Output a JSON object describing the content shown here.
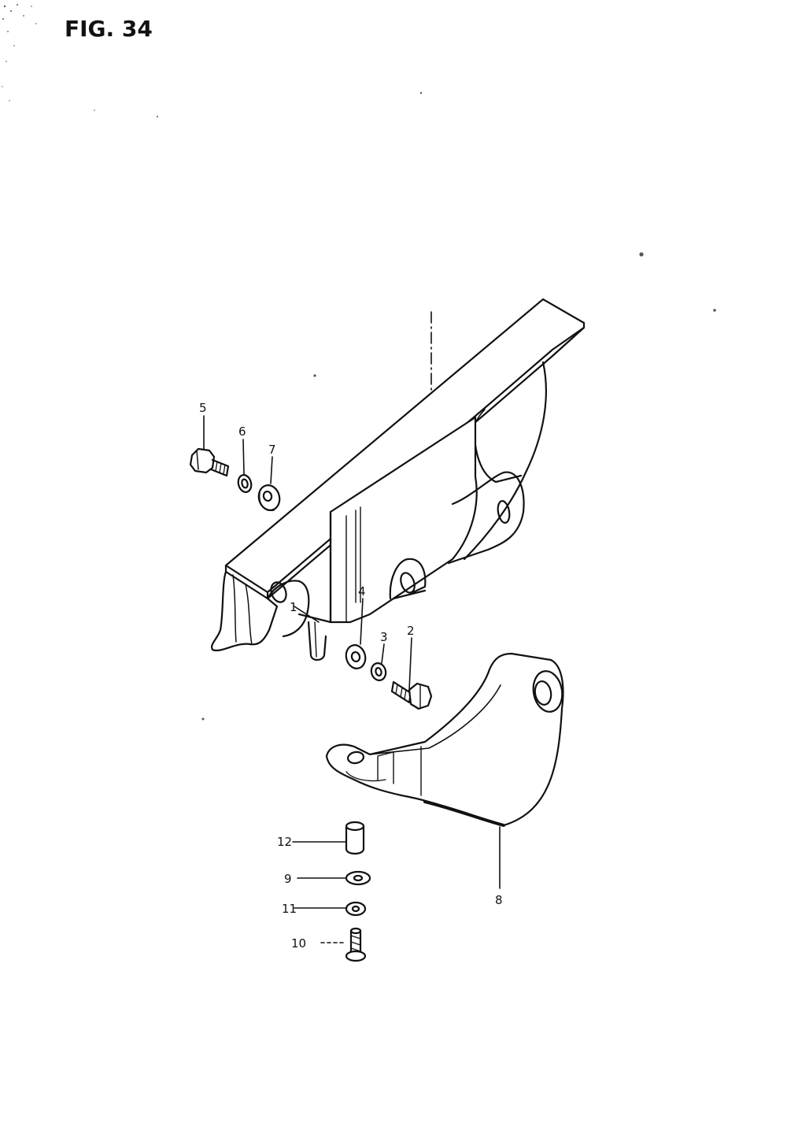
{
  "figure": {
    "title": "FIG. 34"
  },
  "callouts": {
    "p1": "1",
    "p2": "2",
    "p3": "3",
    "p4": "4",
    "p5": "5",
    "p6": "6",
    "p7": "7",
    "p8": "8",
    "p9": "9",
    "p10": "10",
    "p11": "11",
    "p12": "12"
  },
  "colors": {
    "ink": "#111111",
    "paper": "#ffffff"
  }
}
